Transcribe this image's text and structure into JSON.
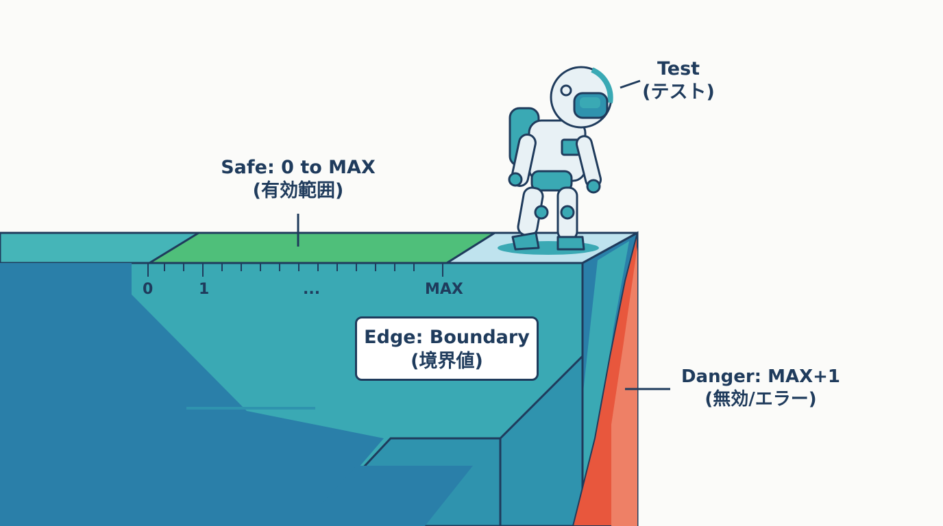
{
  "labels": {
    "safe": {
      "title": "Safe: 0 to MAX",
      "subtitle": "(有効範囲)"
    },
    "test": {
      "title": "Test",
      "subtitle": "(テスト)"
    },
    "edge": {
      "title": "Edge: Boundary",
      "subtitle": "(境界値)"
    },
    "danger": {
      "title": "Danger: MAX+1",
      "subtitle": "(無効/エラー)"
    }
  },
  "scale": {
    "ticks": [
      "0",
      "1",
      "...",
      "MAX"
    ]
  },
  "colors": {
    "ink": "#1f3b5c",
    "safe_green": "#4fbf7a",
    "cliff_teal": "#3aa9b4",
    "cliff_blue": "#2a7fa9",
    "danger_red": "#e8573d",
    "edge_light": "#bfe3ee"
  }
}
